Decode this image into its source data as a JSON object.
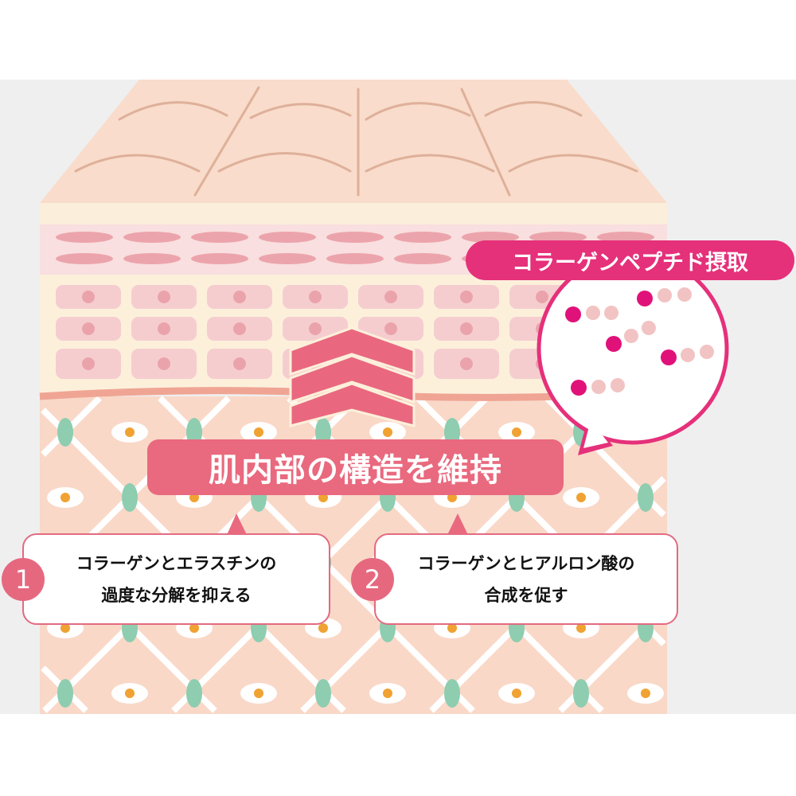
{
  "banner": {
    "text": "肌内部の構造を維持"
  },
  "intake_label": {
    "text": "コラーゲンペプチド摂取"
  },
  "callouts": [
    {
      "number": "1",
      "line1": "コラーゲンとエラスチンの",
      "line2": "過度な分解を抑える"
    },
    {
      "number": "2",
      "line1": "コラーゲンとヒアルロン酸の",
      "line2": "合成を促す"
    }
  ],
  "colors": {
    "accent": "#e9697e",
    "magenta": "#e5307a",
    "skin": "#f9dccb",
    "fiber_green": "#8ecdb0",
    "cell_orange": "#f0a232"
  }
}
